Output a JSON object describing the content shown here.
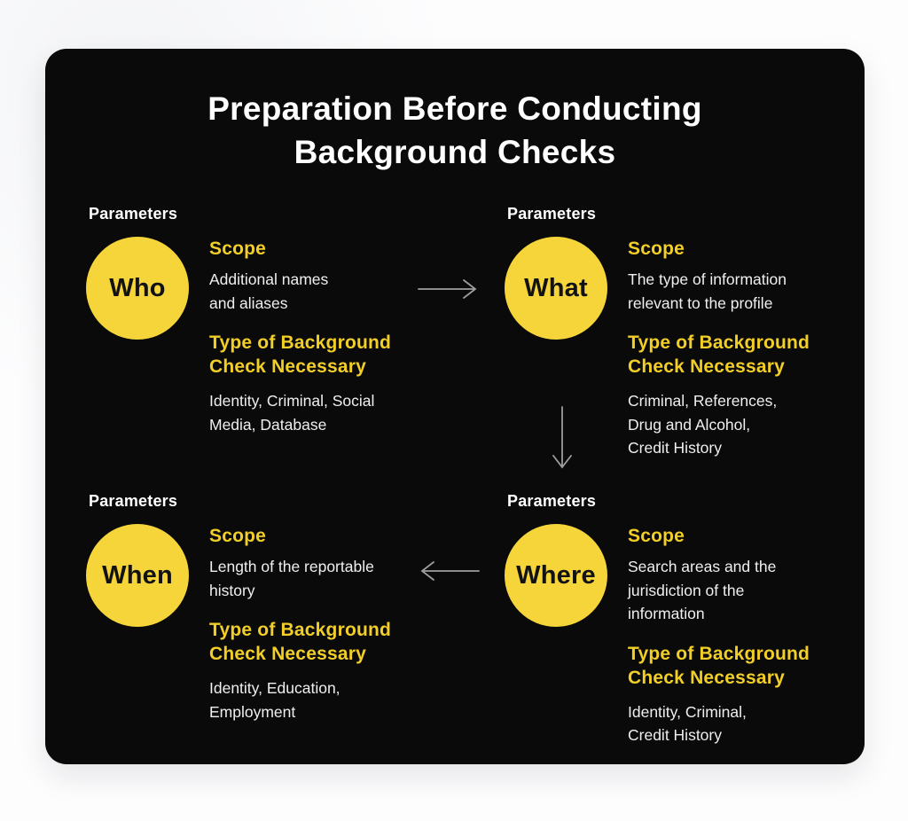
{
  "title": "Preparation Before Conducting\nBackground Checks",
  "colors": {
    "card_background": "#0a0a0a",
    "page_background": "#fdfdfe",
    "circle_yellow": "#F6D53A",
    "heading_yellow": "#F2CE28",
    "body_text": "#EFEFEF",
    "title_text": "#FFFFFF",
    "arrow_gray": "#9E9E9E"
  },
  "quadrants": [
    {
      "id": "who",
      "parameters_label": "Parameters",
      "circle_label": "Who",
      "scope_heading": "Scope",
      "scope_text": "Additional names\nand aliases",
      "type_heading": "Type of Background\nCheck Necessary",
      "type_text": "Identity, Criminal, Social\nMedia, Database"
    },
    {
      "id": "what",
      "parameters_label": "Parameters",
      "circle_label": "What",
      "scope_heading": "Scope",
      "scope_text": "The type of information\nrelevant to the profile",
      "type_heading": "Type of Background\nCheck Necessary",
      "type_text": "Criminal, References,\nDrug and Alcohol,\nCredit History"
    },
    {
      "id": "when",
      "parameters_label": "Parameters",
      "circle_label": "When",
      "scope_heading": "Scope",
      "scope_text": "Length of the reportable\nhistory",
      "type_heading": "Type of Background\nCheck Necessary",
      "type_text": "Identity, Education,\nEmployment"
    },
    {
      "id": "where",
      "parameters_label": "Parameters",
      "circle_label": "Where",
      "scope_heading": "Scope",
      "scope_text": "Search areas and the\njurisdiction of the\ninformation",
      "type_heading": "Type of Background\nCheck Necessary",
      "type_text": "Identity, Criminal,\nCredit History"
    }
  ],
  "arrows": [
    {
      "name": "arrow-right",
      "from": "Who",
      "to": "What"
    },
    {
      "name": "arrow-down",
      "from": "What",
      "to": "Where"
    },
    {
      "name": "arrow-left",
      "from": "Where",
      "to": "When"
    }
  ]
}
